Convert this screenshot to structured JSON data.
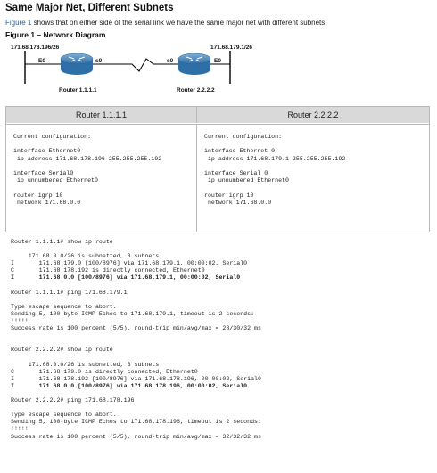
{
  "title": "Same Major Net, Different Subnets",
  "intro": {
    "link": "Figure 1",
    "text": " shows that on either side of the serial link we have the same major net with different subnets."
  },
  "figure_caption": "Figure 1 – Network Diagram",
  "diagram": {
    "left_net": "171.68.178.196/26",
    "right_net": "171.68.179.1/26",
    "left_eth": "E0",
    "left_serial": "s0",
    "right_serial": "s0",
    "right_eth": "E0",
    "left_router": "Router 1.1.1.1",
    "right_router": "Router 2.2.2.2"
  },
  "config": {
    "left_header": "Router 1.1.1.1",
    "right_header": "Router 2.2.2.2",
    "left_lines": [
      "Current configuration:",
      "",
      "interface Ethernet0",
      " ip address 171.68.178.196 255.255.255.192",
      "",
      "interface Serial0",
      " ip unnumbered Ethernet0",
      "",
      "router igrp 10",
      " network 171.68.0.0"
    ],
    "right_lines": [
      "Current configuration:",
      "",
      "interface Ethernet 0",
      " ip address 171.68.179.1 255.255.255.192",
      "",
      "interface Serial 0",
      " ip unnumbered Ethernet0",
      "",
      "router igrp 10",
      " network 171.68.0.0"
    ]
  },
  "output": [
    {
      "t": "Router 1.1.1.1# show ip route",
      "b": false
    },
    {
      "t": "",
      "b": false
    },
    {
      "t": "     171.68.0.0/26 is subnetted, 3 subnets",
      "b": false
    },
    {
      "t": "I       171.68.179.0 [100/8976] via 171.68.179.1, 00:00:02, Serial0",
      "b": false
    },
    {
      "t": "C       171.68.178.192 is directly connected, Ethernet0",
      "b": false
    },
    {
      "t": "I       171.68.0.0 [100/8976] via 171.68.179.1, 00:00:02, Serial0",
      "b": true
    },
    {
      "t": "",
      "b": false
    },
    {
      "t": "Router 1.1.1.1# ping 171.68.179.1",
      "b": false
    },
    {
      "t": "",
      "b": false
    },
    {
      "t": "Type escape sequence to abort.",
      "b": false
    },
    {
      "t": "Sending 5, 100-byte ICMP Echos to 171.68.179.1, timeout is 2 seconds:",
      "b": false
    },
    {
      "t": "!!!!!",
      "b": false
    },
    {
      "t": "Success rate is 100 percent (5/5), round-trip min/avg/max = 28/30/32 ms",
      "b": false
    },
    {
      "t": "",
      "b": false
    },
    {
      "t": "",
      "b": false
    },
    {
      "t": "Router 2.2.2.2# show ip route",
      "b": false
    },
    {
      "t": "",
      "b": false
    },
    {
      "t": "     171.68.0.0/26 is subnetted, 3 subnets",
      "b": false
    },
    {
      "t": "C       171.68.179.0 is directly connected, Ethernet0",
      "b": false
    },
    {
      "t": "I       171.68.178.192 [100/8976] via 171.68.178.196, 00:00:02, Serial0",
      "b": false
    },
    {
      "t": "I       171.68.0.0 [100/8976] via 171.68.178.196, 00:00:02, Serial0",
      "b": true
    },
    {
      "t": "",
      "b": false
    },
    {
      "t": "Router 2.2.2.2# ping 171.68.178.196",
      "b": false
    },
    {
      "t": "",
      "b": false
    },
    {
      "t": "Type escape sequence to abort.",
      "b": false
    },
    {
      "t": "Sending 5, 100-byte ICMP Echos to 171.68.178.196, timeout is 2 seconds:",
      "b": false
    },
    {
      "t": "!!!!!",
      "b": false
    },
    {
      "t": "Success rate is 100 percent (5/5), round-trip min/avg/max = 32/32/32 ms",
      "b": false
    }
  ]
}
